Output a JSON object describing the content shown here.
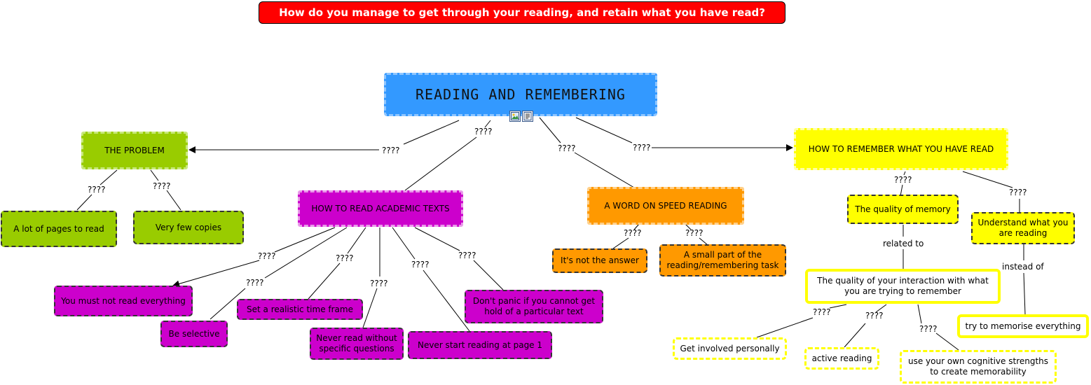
{
  "title": "How do you manage to get through your reading, and retain what you have read?",
  "central": "READING AND REMEMBERING",
  "central_icons": [
    "image-icon",
    "document-icon"
  ],
  "nodes": {
    "problem": "THE PROBLEM",
    "pages": "A lot of pages to read",
    "copies": "Very few copies",
    "academic": "HOW TO READ ACADEMIC TEXTS",
    "not_everything": "You must not read everything",
    "selective": "Be selective",
    "time_frame": "Set a realistic time frame",
    "questions": "Never read without specific questions",
    "page1": "Never start reading at page 1",
    "dont_panic": "Don't panic if you cannot get hold of a particular text",
    "speed": "A WORD ON SPEED READING",
    "not_answer": "It's not the answer",
    "small_part": "A small part of the reading/remembering task",
    "remember": "HOW TO REMEMBER WHAT YOU HAVE READ",
    "quality_memory": "The quality of memory",
    "understand": "Understand what you are reading",
    "quality_interaction": "The quality of your interaction with what you are trying to remember",
    "memorise": "try to memorise everything",
    "involved": "Get involved personally",
    "active": "active reading",
    "cognitive": "use your own cognitive strengths to create memorability"
  },
  "edge_labels": {
    "central_problem": "????",
    "central_academic": "????",
    "central_speed": "????",
    "central_remember": "????",
    "problem_pages": "????",
    "problem_copies": "????",
    "academic_not_everything": "????",
    "academic_selective": "????",
    "academic_time_frame": "????",
    "academic_questions": "????",
    "academic_page1": "????",
    "academic_dont_panic": "????",
    "speed_not_answer": "????",
    "speed_small_part": "????",
    "remember_quality_memory": "????",
    "remember_understand": "????",
    "quality_related": "related to",
    "understand_instead": "instead of",
    "interaction_involved": "????",
    "interaction_active": "????",
    "interaction_cognitive": "????"
  },
  "colors": {
    "title_bg": "#ff0000",
    "central": "#3399ff",
    "problem": "#99cc00",
    "academic": "#cc00cc",
    "speed": "#ff9900",
    "remember": "#ffff00"
  }
}
